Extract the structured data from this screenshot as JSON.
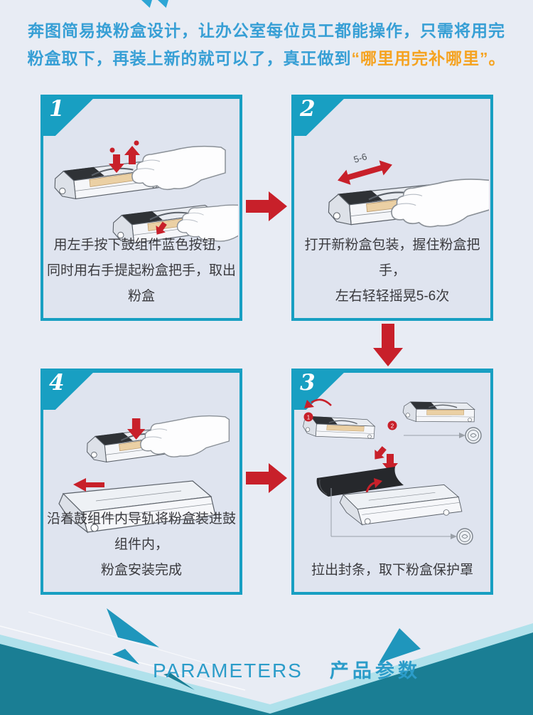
{
  "intro": {
    "line1": "奔图简易换粉盒设计，让办公室每位员工都能操作，只需将用完",
    "line2_prefix": "粉盒取下，再装上新的就可以了，真正做到",
    "line2_highlight": "“哪里用完补哪里”",
    "line2_suffix": "。"
  },
  "steps": [
    {
      "number": "1",
      "caption_line1": "用左手按下鼓组件蓝色按钮，",
      "caption_line2": "同时用右手提起粉盒把手，取出粉盒"
    },
    {
      "number": "2",
      "caption_line1": "打开新粉盒包装，握住粉盒把手，",
      "caption_line2": "左右轻轻摇晃5-6次",
      "shake_label": "5-6"
    },
    {
      "number": "4",
      "caption_line1": "沿着鼓组件内导轨将粉盒装进鼓组件内，",
      "caption_line2": "粉盒安装完成"
    },
    {
      "number": "3",
      "caption_line1": "拉出封条，取下粉盒保护罩",
      "caption_line2": "",
      "marker1": "1",
      "marker2": "2"
    }
  ],
  "footer": {
    "title_en": "PARAMETERS",
    "title_zh": "产品参数"
  },
  "colors": {
    "page_bg": "#e8ecf4",
    "box_bg": "#dfe4ef",
    "accent_teal": "#189fc2",
    "intro_blue": "#379fd5",
    "highlight_orange": "#f5a321",
    "arrow_red": "#c8202a",
    "band_dark": "#1a7e94",
    "band_light": "#b0e1eb",
    "triangle_teal": "#1f96bc",
    "footer_text": "#2b9cc9"
  }
}
